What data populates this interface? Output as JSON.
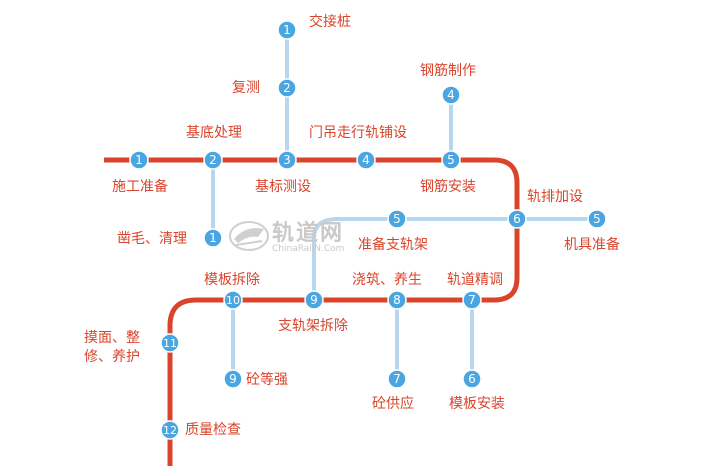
{
  "colors": {
    "main_line": "#d9442b",
    "branch_line": "#b8d6ee",
    "node_fill": "#4aa6e0",
    "node_text": "#ffffff",
    "label_text": "#d9442b"
  },
  "watermark": {
    "title": "轨道网",
    "subtitle": "ChinaRailN.Com",
    "icon": "rail-logo-icon"
  },
  "nodes": {
    "n_top1": "1",
    "n_top2": "2",
    "n_main1": "1",
    "n_main2": "2",
    "n_main3": "3",
    "n_main4": "4",
    "n_main5": "5",
    "n_rebar4": "4",
    "n_roughen1": "1",
    "n_track6": "6",
    "n_support5": "5",
    "n_machine5": "5",
    "n_support_rm9": "9",
    "n_pour8": "8",
    "n_adjust7": "7",
    "n_form_rm10": "10",
    "n_finish11": "11",
    "n_quality12": "12",
    "n_strength9": "9",
    "n_supply7": "7",
    "n_form_inst6": "6"
  },
  "labels": {
    "交接桩": "交接桩",
    "复测": "复测",
    "钢筋制作": "钢筋制作",
    "基底处理": "基底处理",
    "门吊走行轨铺设": "门吊走行轨铺设",
    "施工准备": "施工准备",
    "基标测设": "基标测设",
    "钢筋安装": "钢筋安装",
    "轨排加设": "轨排加设",
    "凿毛清理": "凿毛、清理",
    "准备支轨架": "准备支轨架",
    "机具准备": "机具准备",
    "模板拆除": "模板拆除",
    "浇筑养生": "浇筑、养生",
    "轨道精调": "轨道精调",
    "支轨架拆除": "支轨架拆除",
    "摸面整修养护": "摸面、整修、养护",
    "砼等强": "砼等强",
    "砼供应": "砼供应",
    "模板安装": "模板安装",
    "质量检查": "质量检查"
  }
}
